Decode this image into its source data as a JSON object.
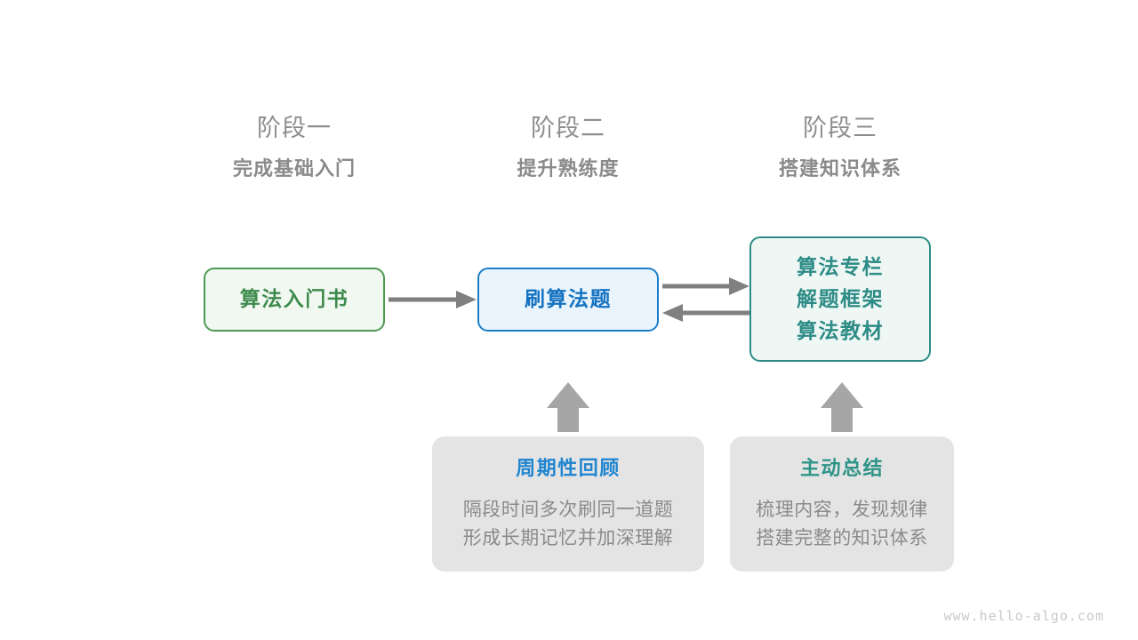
{
  "colors": {
    "background": "#ffffff",
    "stage_text": "#8a8a8a",
    "green": "#4e9a51",
    "green_fill": "#f1f8f1",
    "green_text": "#3f8a4d",
    "blue": "#1b7ec8",
    "blue_fill": "#e9f4fd",
    "blue_text": "#1572c0",
    "teal": "#2e8c86",
    "teal_fill": "#eff7f4",
    "teal_text": "#2e8c86",
    "card_bg": "#e4e4e4",
    "card_body_text": "#8a8a8a",
    "arrow": "#808080",
    "watermark": "#c9c9c9"
  },
  "stages": [
    {
      "title": "阶段一",
      "subtitle": "完成基础入门"
    },
    {
      "title": "阶段二",
      "subtitle": "提升熟练度"
    },
    {
      "title": "阶段三",
      "subtitle": "搭建知识体系"
    }
  ],
  "nodes": {
    "book": {
      "label": "算法入门书"
    },
    "practice": {
      "label": "刷算法题"
    },
    "resources": {
      "lines": [
        "算法专栏",
        "解题框架",
        "算法教材"
      ]
    }
  },
  "cards": [
    {
      "title": "周期性回顾",
      "lines": [
        "隔段时间多次刷同一道题",
        "形成长期记忆并加深理解"
      ]
    },
    {
      "title": "主动总结",
      "lines": [
        "梳理内容，发现规律",
        "搭建完整的知识体系"
      ]
    }
  ],
  "arrows": {
    "book_to_practice": "arrow-right-icon",
    "practice_to_resources": "arrow-right-icon",
    "resources_to_practice": "arrow-left-icon",
    "review_to_practice": "arrow-up-icon",
    "summary_to_resources": "arrow-up-icon"
  },
  "watermark": "www.hello-algo.com"
}
